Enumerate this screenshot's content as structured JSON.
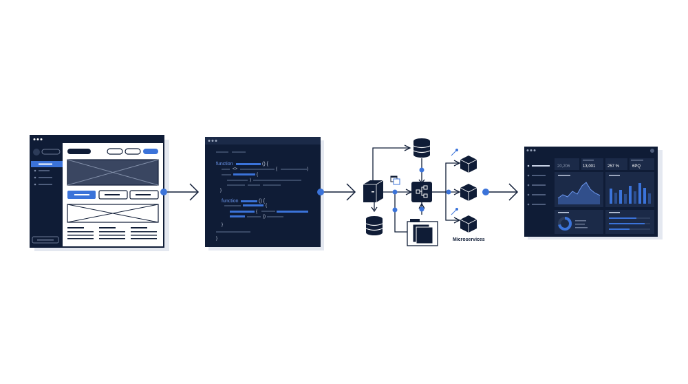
{
  "colors": {
    "navy": "#0f1c36",
    "navy_panel": "#1b2a48",
    "blue": "#3b73d9",
    "gray_line": "#394966",
    "shadow": "#e4e8f0"
  },
  "wireframe": {
    "window_dots": 3,
    "icons": [
      "avatar-icon",
      "placeholder-image-icon"
    ]
  },
  "code_editor": {
    "keyword_1": "function",
    "keyword_2": "function",
    "tokens": [
      "() {",
      "<>",
      "{",
      ")",
      "{",
      ")",
      "}",
      "() {",
      "{",
      "{",
      "})",
      "}",
      "}"
    ]
  },
  "architecture": {
    "label": "Microservices",
    "icons": [
      "database-icon",
      "box-icon",
      "network-hub-icon",
      "cube-icon",
      "folder-stack-icon",
      "window-copy-icon"
    ]
  },
  "dashboard": {
    "stats": [
      "20,206",
      "13,001",
      "257 %",
      "6PQ"
    ]
  }
}
